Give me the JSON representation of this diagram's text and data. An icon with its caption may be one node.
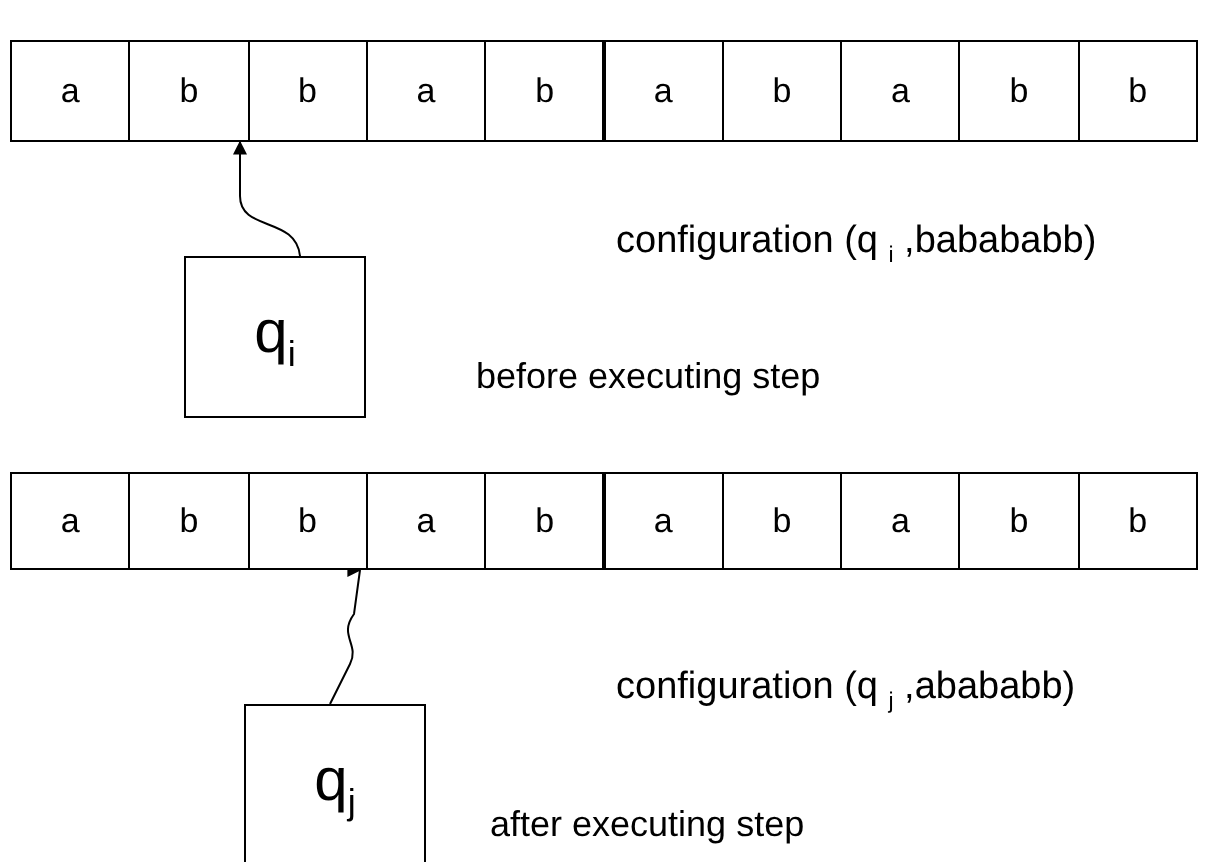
{
  "diagram": {
    "nodes": [
      {
        "text": [],
        "shape": "box"
      },
      {
        "text": [
          "a"
        ],
        "in": 0
      },
      {
        "text": [
          "b"
        ],
        "in": 0
      },
      {
        "text": [
          "b"
        ],
        "in": 0
      },
      {
        "text": [
          "a"
        ],
        "in": 0
      },
      {
        "text": [
          "b"
        ],
        "in": 0
      },
      {
        "text": [
          "a"
        ],
        "in": 0
      },
      {
        "text": [
          "b"
        ],
        "in": 0
      },
      {
        "text": [
          "a"
        ],
        "in": 0
      },
      {
        "text": [
          "b"
        ],
        "in": 0
      },
      {
        "text": [
          "b"
        ],
        "in": 0
      },
      {
        "text": [
          "q$_{i}$"
        ],
        "beside": [
          "before executing step"
        ]
      },
      {
        "text": [],
        "shape": "box"
      },
      {
        "text": [
          "a"
        ],
        "in": 12
      },
      {
        "text": [
          "b"
        ],
        "in": 12
      },
      {
        "text": [
          "b"
        ],
        "in": 12
      },
      {
        "text": [
          "a"
        ],
        "in": 12
      },
      {
        "text": [
          "b"
        ],
        "in": 12
      },
      {
        "text": [
          "a"
        ],
        "in": 12
      },
      {
        "text": [
          "b"
        ],
        "in": 12
      },
      {
        "text": [
          "a"
        ],
        "in": 12
      },
      {
        "text": [
          "b"
        ],
        "in": 12
      },
      {
        "text": [
          "b"
        ],
        "in": 12
      },
      {
        "text": [
          "q$_{j}$"
        ],
        "beside": [
          "after executing step"
        ]
      }
    ],
    "edges": [
      {
        "from": 11,
        "to": 0,
        "arrow": "to"
      },
      {
        "from": 23,
        "to": 12,
        "arrow": "to"
      }
    ],
    "labels": [
      "configuration (q $_{i}$ ,babababb)",
      "configuration (q $_{j}$ ,abababb)"
    ]
  }
}
